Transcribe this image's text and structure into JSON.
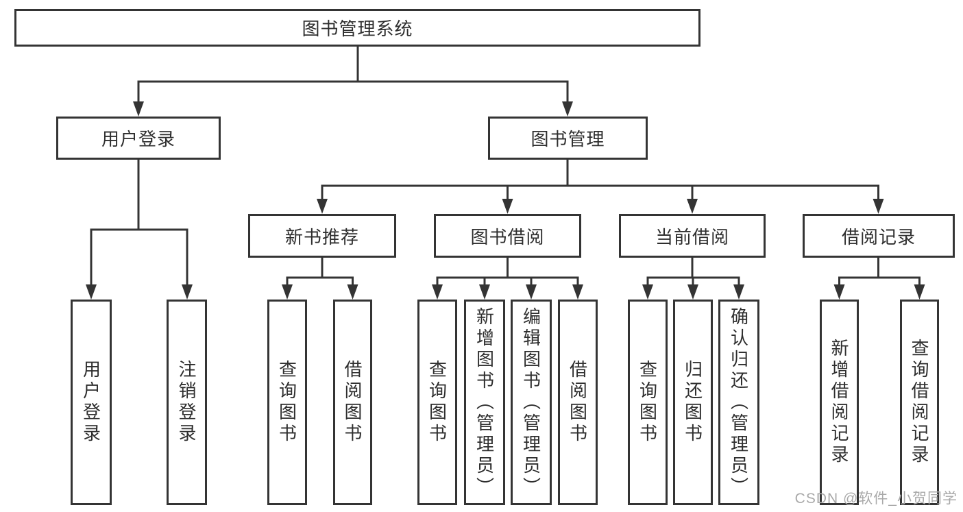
{
  "nodes": {
    "root": "图书管理系统",
    "user_login": "用户登录",
    "book_management": "图书管理",
    "new_book_recommend": "新书推荐",
    "book_borrowing": "图书借阅",
    "current_borrowing": "当前借阅",
    "borrowing_records": "借阅记录",
    "ul_user_login": "用户登录",
    "ul_logout": "注销登录",
    "nr_query_books": "查询图书",
    "nr_borrow_books": "借阅图书",
    "bb_query_books": "查询图书",
    "bb_add_books": "新增图书（管理员）",
    "bb_edit_books": "编辑图书（管理员）",
    "bb_borrow_books": "借阅图书",
    "cb_query_books": "查询图书",
    "cb_return_books": "归还图书",
    "cb_confirm_return": "确认归还（管理员）",
    "br_add_record": "新增借阅记录",
    "br_query_record": "查询借阅记录"
  },
  "hierarchy": {
    "图书管理系统": {
      "用户登录": [
        "用户登录",
        "注销登录"
      ],
      "图书管理": {
        "新书推荐": [
          "查询图书",
          "借阅图书"
        ],
        "图书借阅": [
          "查询图书",
          "新增图书（管理员）",
          "编辑图书（管理员）",
          "借阅图书"
        ],
        "当前借阅": [
          "查询图书",
          "归还图书",
          "确认归还（管理员）"
        ],
        "借阅记录": [
          "新增借阅记录",
          "查询借阅记录"
        ]
      }
    }
  },
  "watermark": "CSDN @软件_小贺同学",
  "colors": {
    "line": "#343434",
    "box_border": "#343434",
    "box_fill": "#ffffff",
    "text": "#2e2e2e",
    "watermark": "#a9a9a9",
    "background": "#ffffff"
  }
}
